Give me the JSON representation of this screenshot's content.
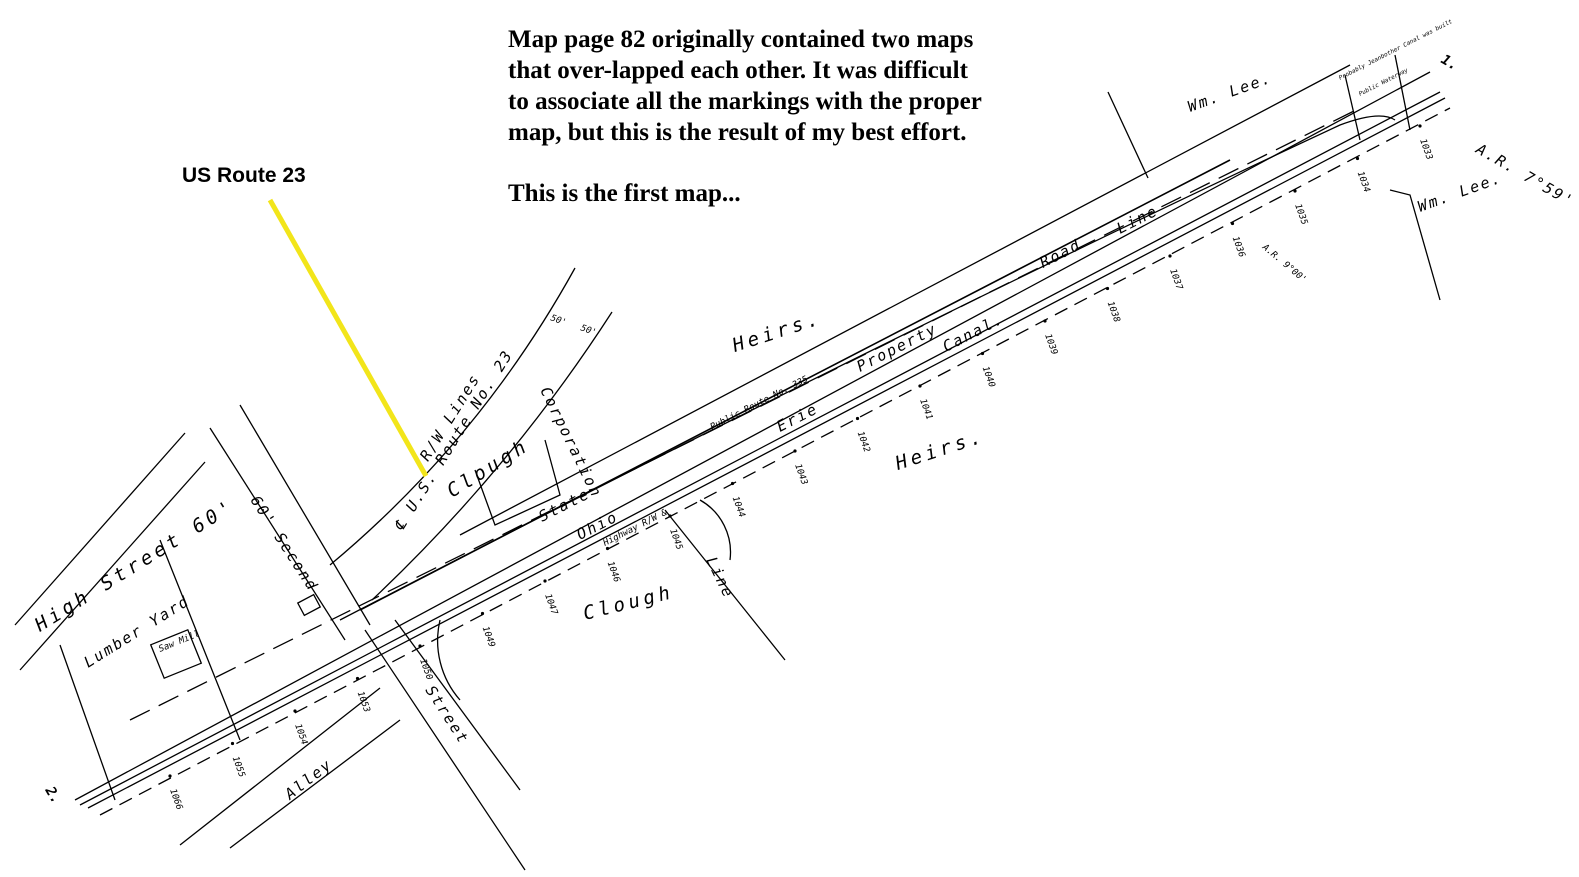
{
  "caption": {
    "line1": "Map page 82 originally contained two maps",
    "line2": "that over-lapped each other. It was difficult",
    "line3": "to associate all the markings with the proper",
    "line4": "map, but this is the result of my best effort.",
    "line5": "This is the first map..."
  },
  "annotation": {
    "label": "US Route 23",
    "pointer_color": "#f2e51a"
  },
  "map_labels": {
    "high_street": "High Street 60'",
    "lumber_yard": "Lumber Yard",
    "saw_mill": "Saw Mill",
    "second_street": "60' Second",
    "street": "Street",
    "alley": "Alley",
    "rw_lines": "R/W Lines",
    "us_route": "℄ U.S. Route No. 23",
    "clough_1": "Clough",
    "clough_2": "Clough",
    "corporation": "Corporation",
    "line": "Line",
    "heirs_1": "Heirs.",
    "heirs_2": "Heirs.",
    "public_route": "Public Route No. 335",
    "road": "Road",
    "line_2": "Line",
    "property": "Property",
    "canal": "Canal.",
    "erie": "Erie",
    "state": "State",
    "ohio": "Ohio",
    "highway_rw": "Highway R/W &",
    "wm_lee_1": "Wm. Lee.",
    "wm_lee_2": "Wm. Lee.",
    "ar_top": "A.R. 7°59'",
    "ar_mid": "A.R. 9°00'",
    "dim_50a": "50'",
    "dim_50b": "50'",
    "point_1": "1.",
    "point_2": "2.",
    "probably": "Probably Jeanbother Canal was built",
    "public_waterway": "Public Waterway"
  },
  "elevations": [
    "1066",
    "1055",
    "1054",
    "1053",
    "1050",
    "1049",
    "1047",
    "1046",
    "1045",
    "1044",
    "1043",
    "1042",
    "1041",
    "1040",
    "1039",
    "1038",
    "1037",
    "1036",
    "1035",
    "1034",
    "1033"
  ]
}
